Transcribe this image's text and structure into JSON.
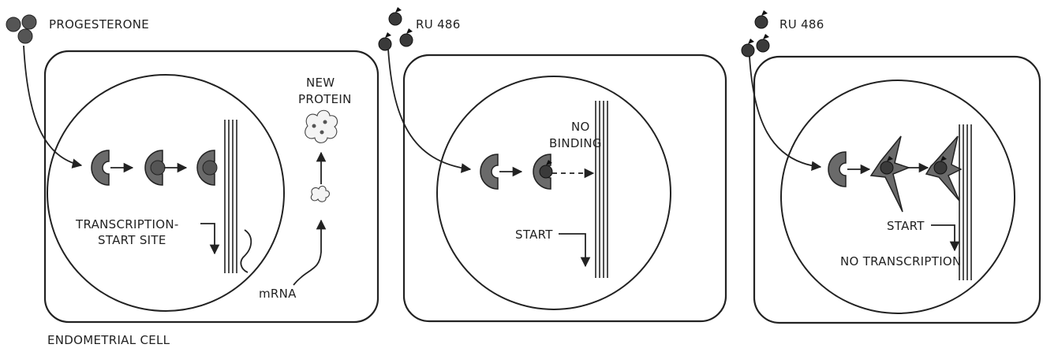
{
  "panel1": {
    "ligand_label": "PROGESTERONE",
    "new_protein_line1": "NEW",
    "new_protein_line2": "PROTEIN",
    "tss_line1": "TRANSCRIPTION-",
    "tss_line2": "START SITE",
    "mrna_label": "mRNA",
    "cell_label": "ENDOMETRIAL CELL"
  },
  "panel2": {
    "ligand_label": "RU 486",
    "no_binding_line1": "NO",
    "no_binding_line2": "BINDING",
    "start_label": "START"
  },
  "panel3": {
    "ligand_label": "RU 486",
    "start_label": "START",
    "no_transcription_label": "NO TRANSCRIPTION"
  }
}
